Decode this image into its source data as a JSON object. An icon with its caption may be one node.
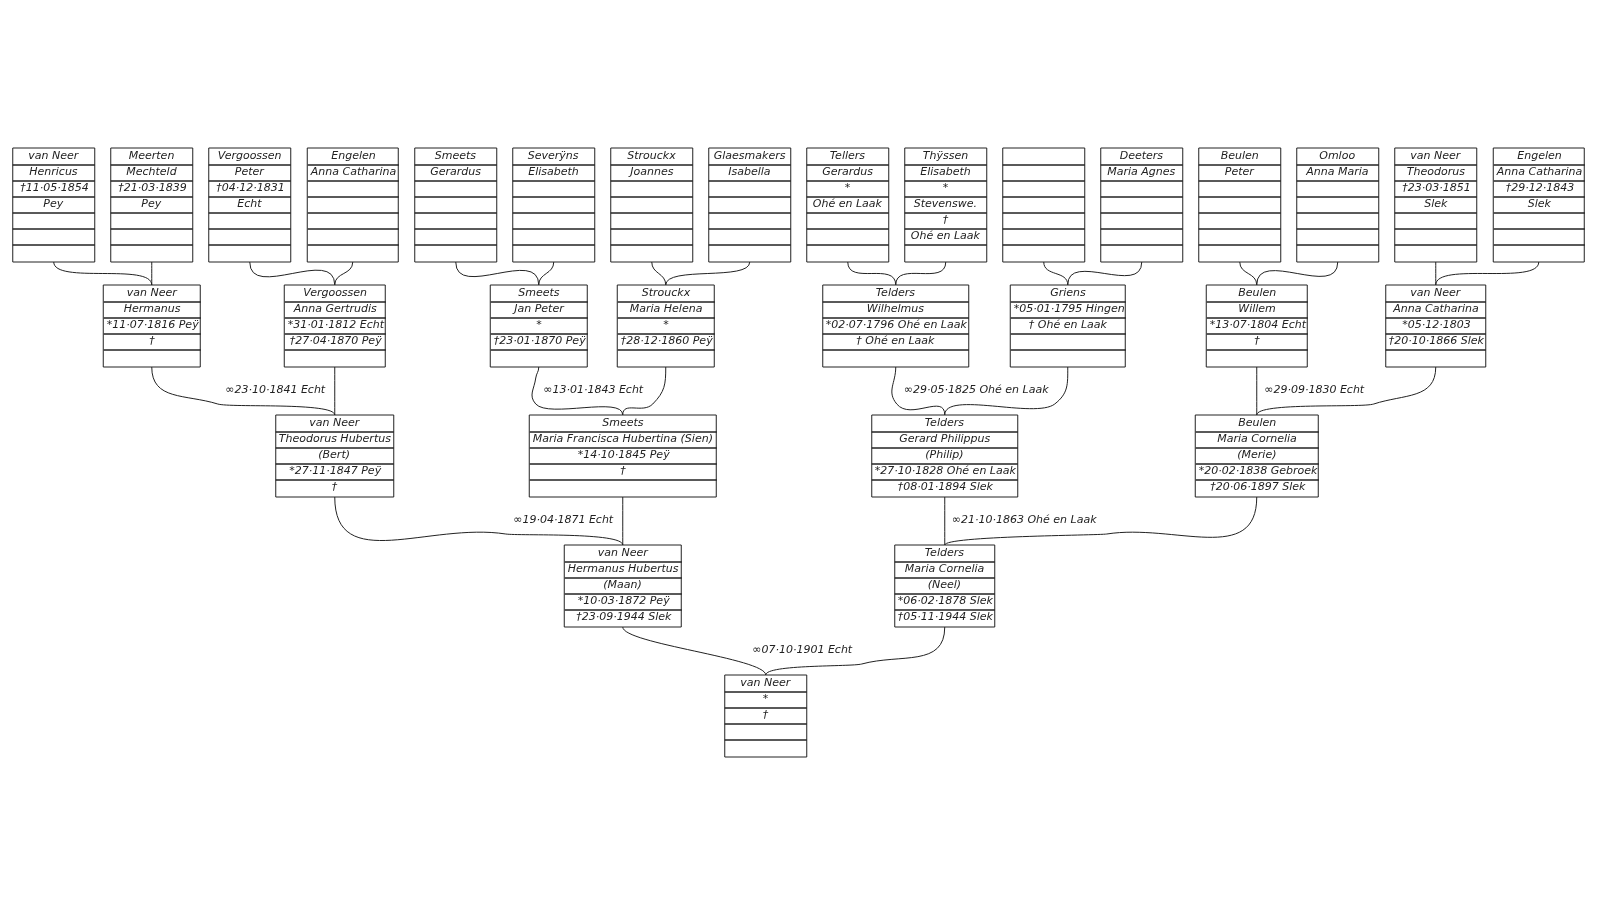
{
  "diagram": {
    "nodes": [
      {
        "text": [
          "van Neer",
          "Henricus",
          "†11·05·1854",
          "Pey"
        ]
      },
      {
        "text": [
          "Meerten",
          "Mechteld",
          "†21·03·1839",
          "Pey"
        ]
      },
      {
        "text": [
          "Vergoossen",
          "Peter",
          "†04·12·1831",
          "Echt"
        ]
      },
      {
        "text": [
          "Engelen",
          "Anna Catharina"
        ]
      },
      {
        "text": [
          "Smeets",
          "Gerardus"
        ]
      },
      {
        "text": [
          "Severÿns",
          "Elisabeth"
        ]
      },
      {
        "text": [
          "Strouckx",
          "Joannes"
        ]
      },
      {
        "text": [
          "Glaesmakers",
          "Isabella"
        ]
      },
      {
        "text": [
          "Tellers",
          "Gerardus",
          "*",
          "Ohé en Laak"
        ]
      },
      {
        "text": [
          "Thÿssen",
          "Elisabeth",
          "*",
          "Stevenswe.",
          "†",
          "Ohé en Laak"
        ]
      },
      {
        "text": [],
        "shape": "box"
      },
      {
        "text": [
          "Deeters",
          "Maria Agnes"
        ]
      },
      {
        "text": [
          "Beulen",
          "Peter"
        ]
      },
      {
        "text": [
          "Omloo",
          "Anna Maria"
        ]
      },
      {
        "text": [
          "van Neer",
          "Theodorus",
          "†23·03·1851",
          "Slek"
        ]
      },
      {
        "text": [
          "Engelen",
          "Anna Catharina",
          "†29·12·1843",
          "Slek"
        ]
      },
      {
        "text": [
          "van Neer",
          "Hermanus",
          "*11·07·1816 Peÿ",
          "†"
        ]
      },
      {
        "text": [
          "Vergoossen",
          "Anna Gertrudis",
          "*31·01·1812 Echt",
          "†27·04·1870 Peÿ"
        ]
      },
      {
        "text": [
          "Smeets",
          "Jan Peter",
          "*",
          "†23·01·1870 Peÿ"
        ]
      },
      {
        "text": [
          "Strouckx",
          "Maria Helena",
          "*",
          "†28·12·1860 Peÿ"
        ]
      },
      {
        "text": [
          "Telders",
          "Wilhelmus",
          "*02·07·1796 Ohé en Laak",
          "† Ohé en Laak"
        ]
      },
      {
        "text": [
          "Griens",
          "*05·01·1795 Hingen",
          "† Ohé en Laak"
        ]
      },
      {
        "text": [
          "Beulen",
          "Willem",
          "*13·07·1804 Echt",
          "†"
        ]
      },
      {
        "text": [
          "van Neer",
          "Anna Catharina",
          "*05·12·1803",
          "†20·10·1866 Slek"
        ]
      },
      {
        "text": [
          "van Neer",
          "Theodorus Hubertus",
          "(Bert)",
          "*27·11·1847 Peÿ",
          "†"
        ]
      },
      {
        "text": [
          "Smeets",
          "Maria Francisca Hubertina (Sien)",
          "*14·10·1845 Peÿ",
          "†"
        ]
      },
      {
        "text": [
          "Telders",
          "Gerard Philippus",
          "(Philip)",
          "*27·10·1828 Ohé en Laak",
          "†08·01·1894 Slek"
        ]
      },
      {
        "text": [
          "Beulen",
          "Maria Cornelia",
          "(Merie)",
          "*20·02·1838 Gebroek",
          "†20·06·1897 Slek"
        ]
      },
      {
        "text": [
          "van Neer",
          "Hermanus Hubertus",
          "(Maan)",
          "*10·03·1872 Peÿ",
          "†23·09·1944 Slek"
        ]
      },
      {
        "text": [
          "Telders",
          "Maria Cornelia",
          "(Neel)",
          "*06·02·1878 Slek",
          "†05·11·1944 Slek"
        ]
      },
      {
        "text": [
          "van Neer",
          "*",
          "†"
        ]
      }
    ],
    "edges": [
      {
        "from": 0,
        "to": 16,
        "arrow": "none"
      },
      {
        "from": 1,
        "to": 16,
        "arrow": "none"
      },
      {
        "from": 2,
        "to": 17,
        "arrow": "none"
      },
      {
        "from": 3,
        "to": 17,
        "arrow": "none"
      },
      {
        "from": 4,
        "to": 18,
        "arrow": "none"
      },
      {
        "from": 5,
        "to": 18,
        "arrow": "none"
      },
      {
        "from": 6,
        "to": 19,
        "arrow": "none"
      },
      {
        "from": 7,
        "to": 19,
        "arrow": "none"
      },
      {
        "from": 8,
        "to": 20,
        "arrow": "none"
      },
      {
        "from": 9,
        "to": 20,
        "arrow": "none"
      },
      {
        "from": 10,
        "to": 21,
        "arrow": "none"
      },
      {
        "from": 11,
        "to": 21,
        "arrow": "none"
      },
      {
        "from": 12,
        "to": 22,
        "arrow": "none"
      },
      {
        "from": 13,
        "to": 22,
        "arrow": "none"
      },
      {
        "from": 14,
        "to": 23,
        "arrow": "none"
      },
      {
        "from": 15,
        "to": 23,
        "arrow": "none"
      },
      {
        "from": 16,
        "to": 24,
        "arrow": "none",
        "label": "∞23·10·1841 Echt"
      },
      {
        "from": 17,
        "to": 24,
        "arrow": "none"
      },
      {
        "from": 18,
        "to": 25,
        "arrow": "none",
        "label": "∞13·01·1843 Echt"
      },
      {
        "from": 19,
        "to": 25,
        "arrow": "none"
      },
      {
        "from": 20,
        "to": 26,
        "arrow": "none",
        "label": "∞29·05·1825 Ohé en Laak"
      },
      {
        "from": 21,
        "to": 26,
        "arrow": "none"
      },
      {
        "from": 22,
        "to": 27,
        "arrow": "none",
        "label": "∞29·09·1830 Echt"
      },
      {
        "from": 23,
        "to": 27,
        "arrow": "none"
      },
      {
        "from": 24,
        "to": 28,
        "arrow": "none",
        "label": "∞19·04·1871 Echt"
      },
      {
        "from": 25,
        "to": 28,
        "arrow": "none"
      },
      {
        "from": 26,
        "to": 29,
        "arrow": "none",
        "label": "∞21·10·1863 Ohé en Laak"
      },
      {
        "from": 27,
        "to": 29,
        "arrow": "none"
      },
      {
        "from": 28,
        "to": 30,
        "arrow": "none",
        "label": "∞07·10·1901 Echt"
      },
      {
        "from": 29,
        "to": 30,
        "arrow": "none"
      }
    ]
  }
}
